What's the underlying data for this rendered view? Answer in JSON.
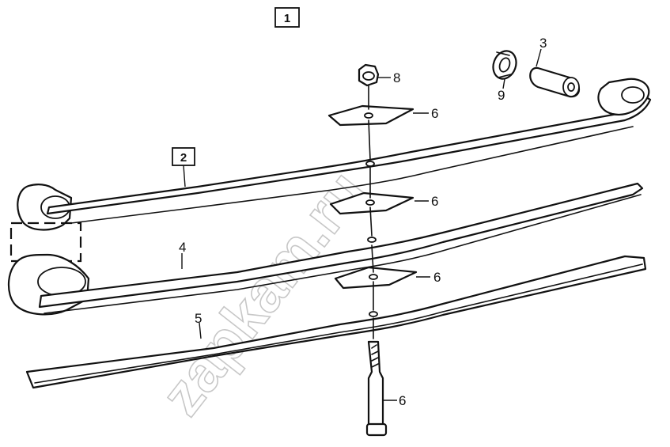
{
  "callouts": {
    "box_1": "1",
    "box_2": "2",
    "bushing": "3",
    "main_leaf": "4",
    "lower_leaf": "5",
    "plate_top": "6",
    "plate_middle": "6",
    "plate_lower": "6",
    "center_bolt": "6",
    "nut": "8",
    "rubber_ring": "9"
  },
  "watermark": "zapkam.ru"
}
